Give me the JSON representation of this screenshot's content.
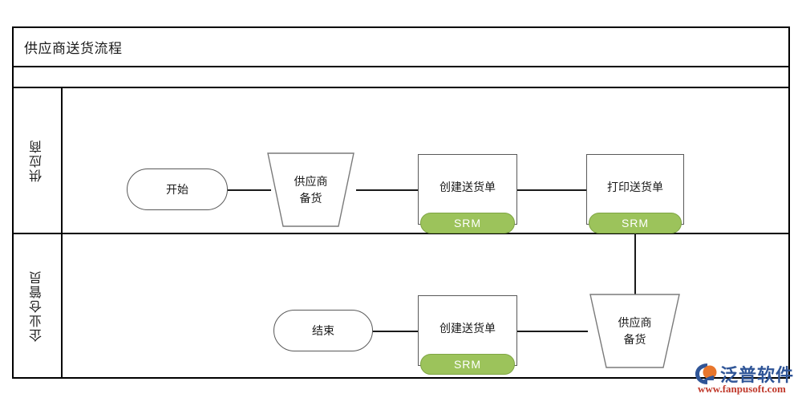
{
  "diagram": {
    "title": "供应商送货流程",
    "type": "swimlane-flowchart",
    "lanes": [
      {
        "id": "lane-supplier",
        "label": "供应商",
        "nodes": [
          {
            "id": "n1",
            "shape": "terminator",
            "label": "开始",
            "badge": null
          },
          {
            "id": "n2",
            "shape": "trapezoid",
            "label_line1": "供应商",
            "label_line2": "备货",
            "badge": null
          },
          {
            "id": "n3",
            "shape": "process",
            "label": "创建送货单",
            "badge": "SRM"
          },
          {
            "id": "n4",
            "shape": "process",
            "label": "打印送货单",
            "badge": "SRM"
          }
        ]
      },
      {
        "id": "lane-warehouse",
        "label": "企业仓管员",
        "nodes": [
          {
            "id": "n5",
            "shape": "terminator",
            "label": "结束",
            "badge": null
          },
          {
            "id": "n6",
            "shape": "process",
            "label": "创建送货单",
            "badge": "SRM"
          },
          {
            "id": "n7",
            "shape": "trapezoid",
            "label_line1": "供应商",
            "label_line2": "备货",
            "badge": null
          }
        ]
      }
    ],
    "edges": [
      {
        "from": "n1",
        "to": "n2"
      },
      {
        "from": "n2",
        "to": "n3"
      },
      {
        "from": "n3",
        "to": "n4"
      },
      {
        "from": "n4",
        "to": "n7"
      },
      {
        "from": "n7",
        "to": "n6"
      },
      {
        "from": "n6",
        "to": "n5"
      }
    ],
    "colors": {
      "badge_fill": "#9CC35B",
      "badge_text": "#ffffff",
      "shape_stroke": "#595959",
      "frame_stroke": "#000000",
      "connector": "#1a1a1a"
    }
  },
  "watermark": {
    "brand": "泛普软件",
    "url": "www.fanpusoft.com",
    "brand_color": "#2F5597",
    "url_color": "#C0392B",
    "mark_accent": "#E8762C"
  }
}
